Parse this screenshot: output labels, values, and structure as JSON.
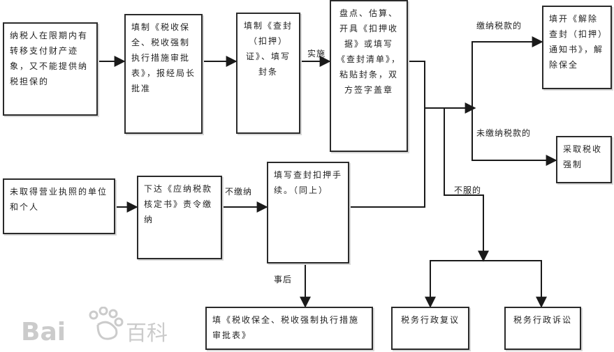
{
  "boxes": {
    "b1": "纳税人在限期内有转移支付财产迹象，又不能提供纳税担保的",
    "b2": "填制《税收保全、税收强制执行措施审批表》，报经局长批准",
    "b3": "填制《查封（扣押）证》、填写封条",
    "b4": "盘点、估算、开具《扣押收据》或填写《查封清单》，粘贴封条，双方签字盖章",
    "b5": "填开《解除查封（扣押）通知书》，解除保全",
    "b6": "采取税收强制",
    "b7": "未取得营业执照的单位和个人",
    "b8": "下达《应纳税款核定书》责令缴纳",
    "b9": "填写查封扣押手续。（同上）",
    "b10": "填《税收保全、税收强制执行措施审批表》",
    "b11": "税务行政复议",
    "b12": "税务行政诉讼"
  },
  "labels": {
    "implement": "实施",
    "paid": "缴纳税款的",
    "unpaid": "未缴纳税款的",
    "not_pay": "不缴纳",
    "object": "不服的",
    "afterwards": "事后"
  },
  "watermark": "Bai 百科"
}
